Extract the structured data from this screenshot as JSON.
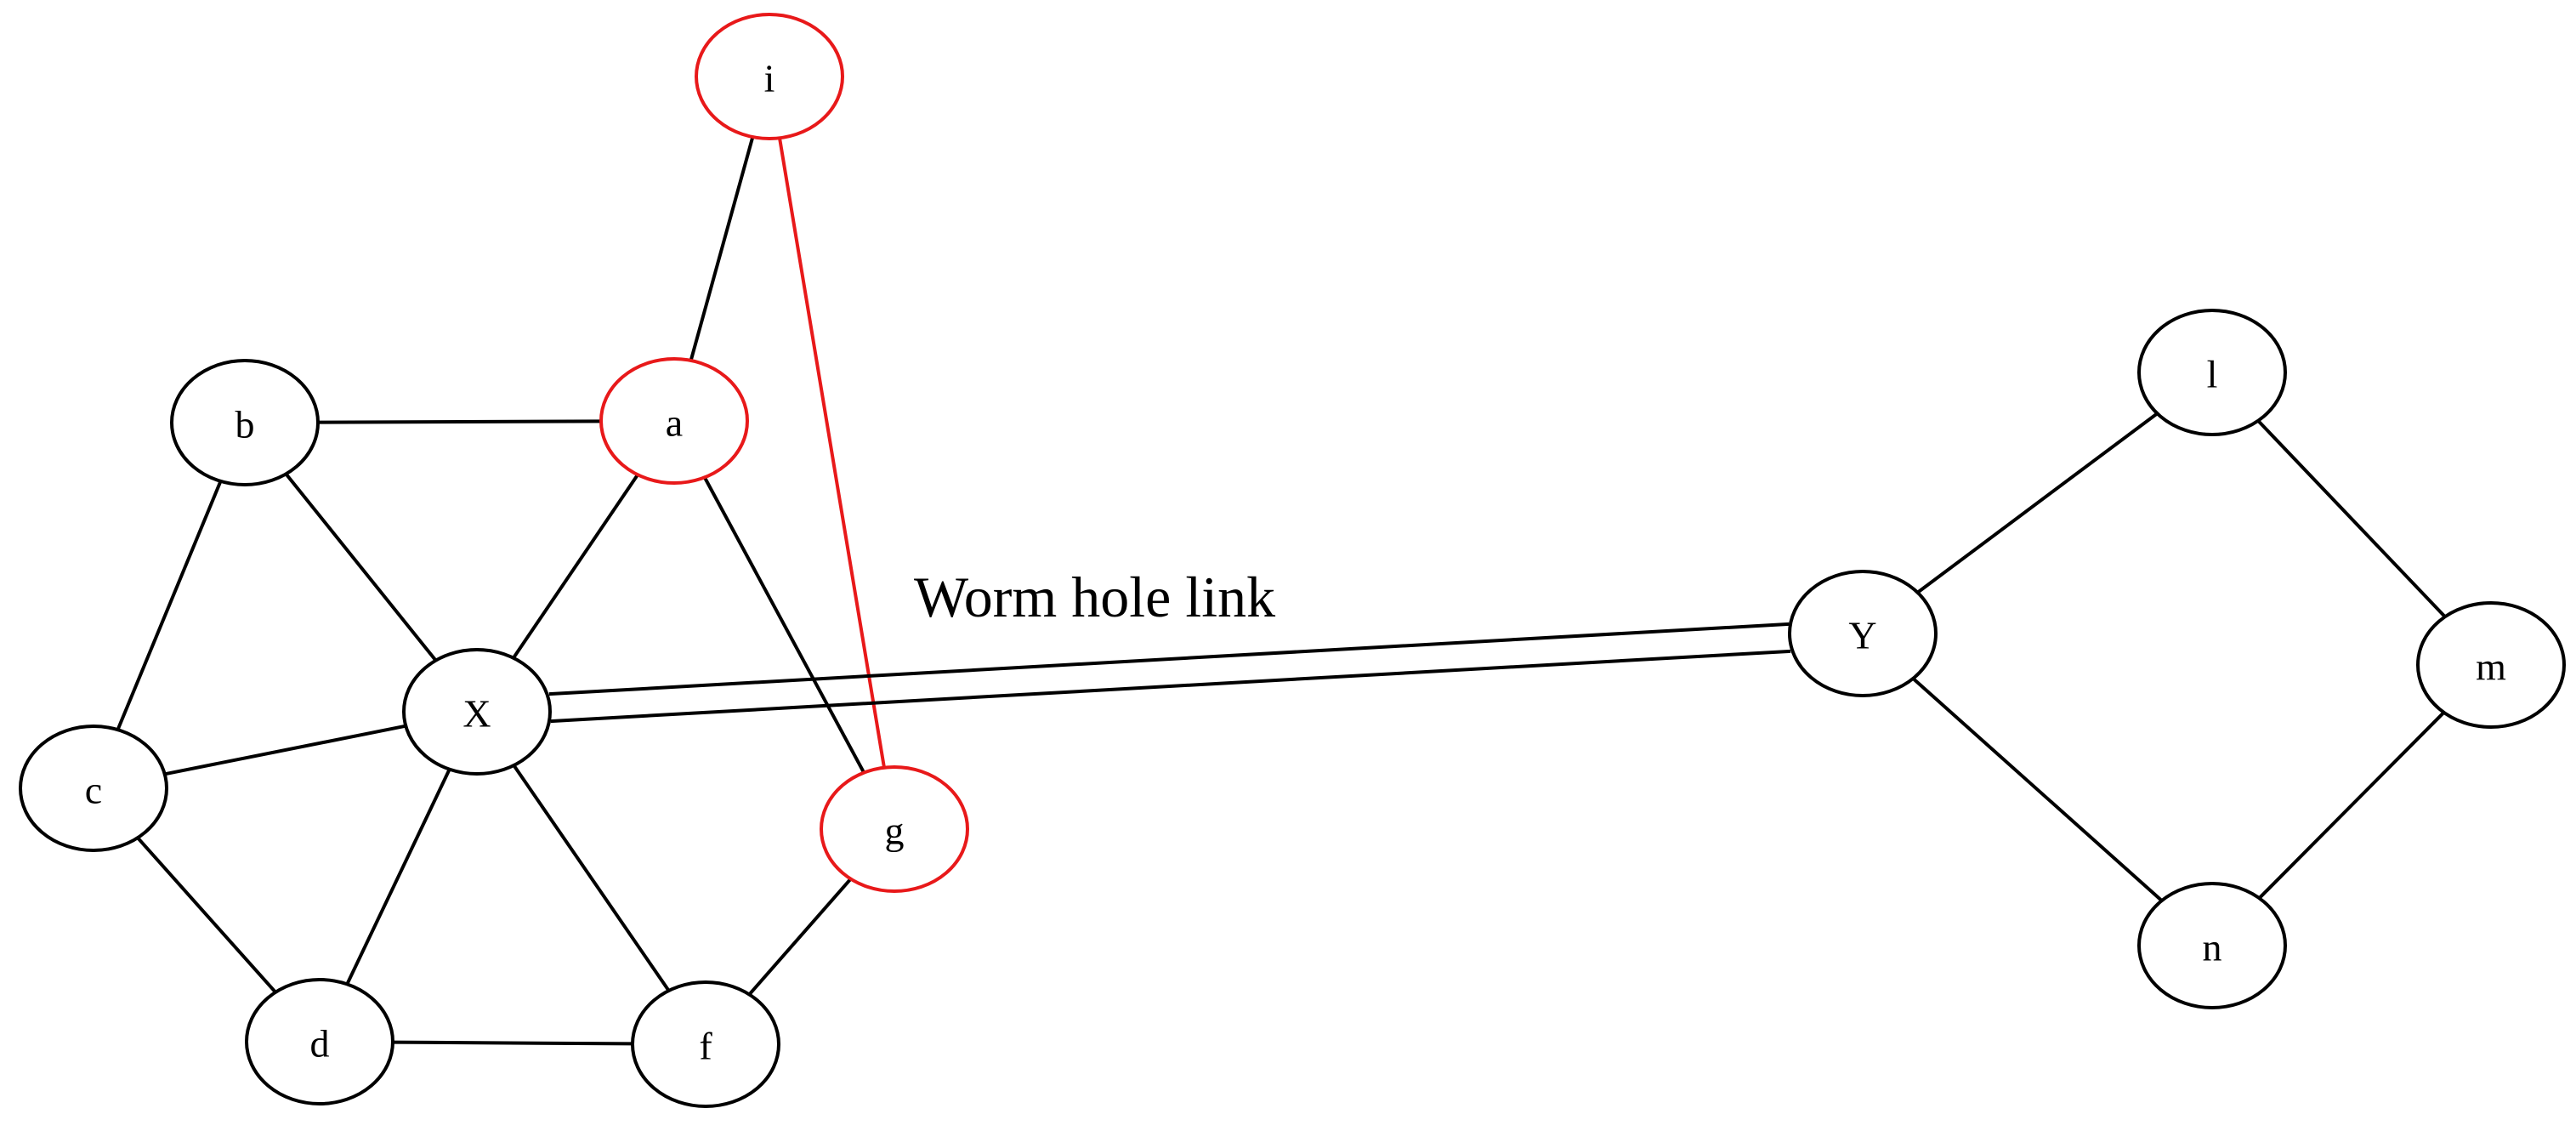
{
  "colors": {
    "normal": "#000000",
    "highlight": "#e8191a"
  },
  "nodes": [
    {
      "id": "i",
      "label": "i",
      "highlighted": true
    },
    {
      "id": "a",
      "label": "a",
      "highlighted": true
    },
    {
      "id": "b",
      "label": "b",
      "highlighted": false
    },
    {
      "id": "c",
      "label": "c",
      "highlighted": false
    },
    {
      "id": "X",
      "label": "X",
      "highlighted": false
    },
    {
      "id": "g",
      "label": "g",
      "highlighted": true
    },
    {
      "id": "d",
      "label": "d",
      "highlighted": false
    },
    {
      "id": "f",
      "label": "f",
      "highlighted": false
    },
    {
      "id": "Y",
      "label": "Y",
      "highlighted": false
    },
    {
      "id": "l",
      "label": "l",
      "highlighted": false
    },
    {
      "id": "m",
      "label": "m",
      "highlighted": false
    },
    {
      "id": "n",
      "label": "n",
      "highlighted": false
    }
  ],
  "edges": [
    {
      "from": "i",
      "to": "a",
      "highlighted": false
    },
    {
      "from": "i",
      "to": "g",
      "highlighted": true
    },
    {
      "from": "b",
      "to": "a",
      "highlighted": false
    },
    {
      "from": "b",
      "to": "c",
      "highlighted": false
    },
    {
      "from": "b",
      "to": "X",
      "highlighted": false
    },
    {
      "from": "a",
      "to": "X",
      "highlighted": false
    },
    {
      "from": "a",
      "to": "g",
      "highlighted": false
    },
    {
      "from": "c",
      "to": "X",
      "highlighted": false
    },
    {
      "from": "c",
      "to": "d",
      "highlighted": false
    },
    {
      "from": "X",
      "to": "d",
      "highlighted": false
    },
    {
      "from": "X",
      "to": "f",
      "highlighted": false
    },
    {
      "from": "d",
      "to": "f",
      "highlighted": false
    },
    {
      "from": "f",
      "to": "g",
      "highlighted": false
    },
    {
      "from": "Y",
      "to": "l",
      "highlighted": false
    },
    {
      "from": "Y",
      "to": "n",
      "highlighted": false
    },
    {
      "from": "l",
      "to": "m",
      "highlighted": false
    },
    {
      "from": "m",
      "to": "n",
      "highlighted": false
    }
  ],
  "wormhole": {
    "from": "X",
    "to": "Y",
    "label": "Worm hole link"
  }
}
